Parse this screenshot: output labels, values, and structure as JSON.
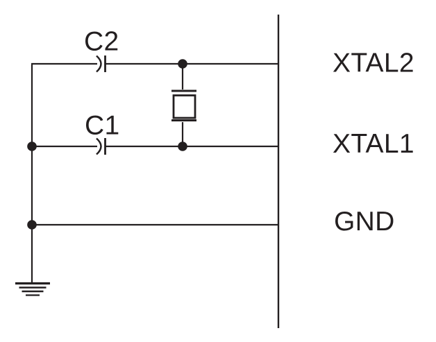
{
  "diagram": {
    "title": "crystal-oscillator-connection",
    "pins": [
      {
        "id": "xtal2",
        "label": "XTAL2"
      },
      {
        "id": "xtal1",
        "label": "XTAL1"
      },
      {
        "id": "gnd",
        "label": "GND"
      }
    ],
    "components": [
      {
        "id": "c2",
        "type": "capacitor",
        "label": "C2"
      },
      {
        "id": "c1",
        "type": "capacitor",
        "label": "C1"
      },
      {
        "id": "xtal",
        "type": "crystal",
        "label": ""
      },
      {
        "id": "earth",
        "type": "ground",
        "label": ""
      }
    ]
  },
  "colors": {
    "ink": "#231f20",
    "background": "#ffffff"
  }
}
